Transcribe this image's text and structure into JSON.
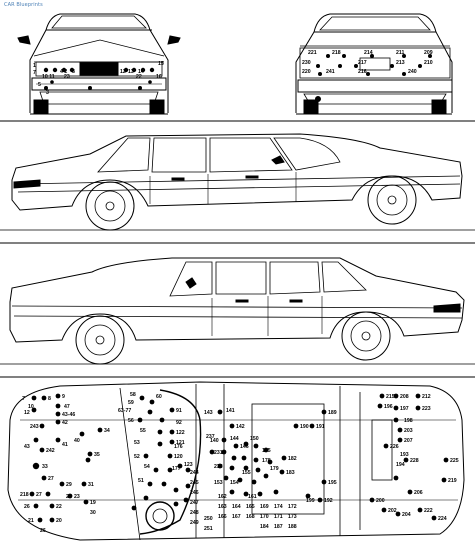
{
  "watermark": "CAR Blueprints",
  "views": {
    "front": {
      "callouts_row1": [
        "1",
        "10 11",
        "23",
        "4 2",
        "8",
        "12",
        "14",
        "13",
        "15"
      ],
      "callouts_row2": [
        "7",
        "5",
        "3",
        "22",
        "16"
      ]
    },
    "rear": {
      "callouts_row1": [
        "221",
        "218",
        "214",
        "211",
        "209"
      ],
      "callouts_row2": [
        "230",
        "241",
        "217",
        "213",
        "210"
      ],
      "callouts_row3": [
        "220",
        "216",
        "240"
      ]
    },
    "underbody": {
      "left_callouts": [
        "7",
        "8",
        "9",
        "10",
        "12",
        "47",
        "43-46",
        "42",
        "34",
        "243",
        "40",
        "41",
        "242",
        "43",
        "33",
        "35",
        "29",
        "28",
        "27",
        "31",
        "23",
        "218",
        "27",
        "26",
        "22",
        "21",
        "20",
        "26",
        "19",
        "30"
      ],
      "center_callouts": [
        "58",
        "59",
        "60",
        "63-77",
        "56",
        "55",
        "53",
        "52",
        "54",
        "51",
        "91",
        "92",
        "122",
        "121",
        "120",
        "143",
        "141",
        "142",
        "140",
        "146",
        "150",
        "237",
        "123",
        "144",
        "175",
        "178",
        "179",
        "182",
        "183",
        "199",
        "176",
        "231",
        "177",
        "244",
        "245",
        "246",
        "247",
        "233",
        "248",
        "249",
        "250",
        "251",
        "153",
        "154",
        "155",
        "161",
        "162",
        "163",
        "164",
        "165",
        "166",
        "167",
        "168",
        "169",
        "170",
        "174",
        "171",
        "172",
        "173",
        "184",
        "187",
        "188",
        "190",
        "189",
        "191",
        "192",
        "195"
      ],
      "right_callouts": [
        "193",
        "194",
        "196",
        "197",
        "198",
        "200",
        "202",
        "203",
        "204",
        "206",
        "207",
        "208",
        "212",
        "215",
        "219",
        "222",
        "223",
        "224",
        "225",
        "226",
        "228"
      ]
    }
  }
}
